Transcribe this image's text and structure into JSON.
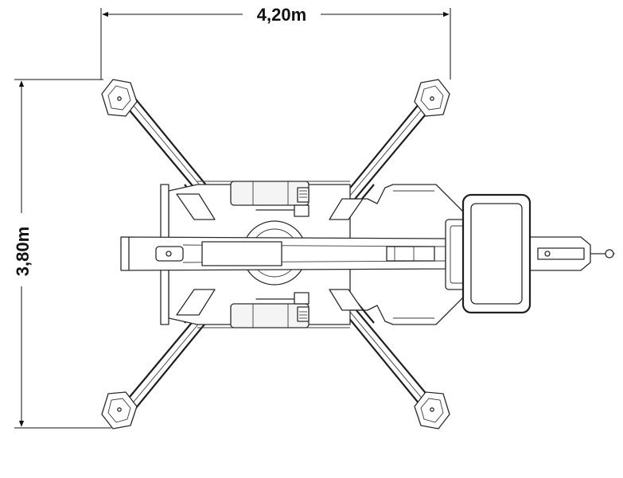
{
  "dimensions": {
    "width": {
      "label": "4,20m",
      "value": 4.2,
      "unit": "m"
    },
    "depth": {
      "label": "3,80m",
      "value": 3.8,
      "unit": "m"
    }
  },
  "colors": {
    "background": "#ffffff",
    "line": "#2a2a2a"
  }
}
